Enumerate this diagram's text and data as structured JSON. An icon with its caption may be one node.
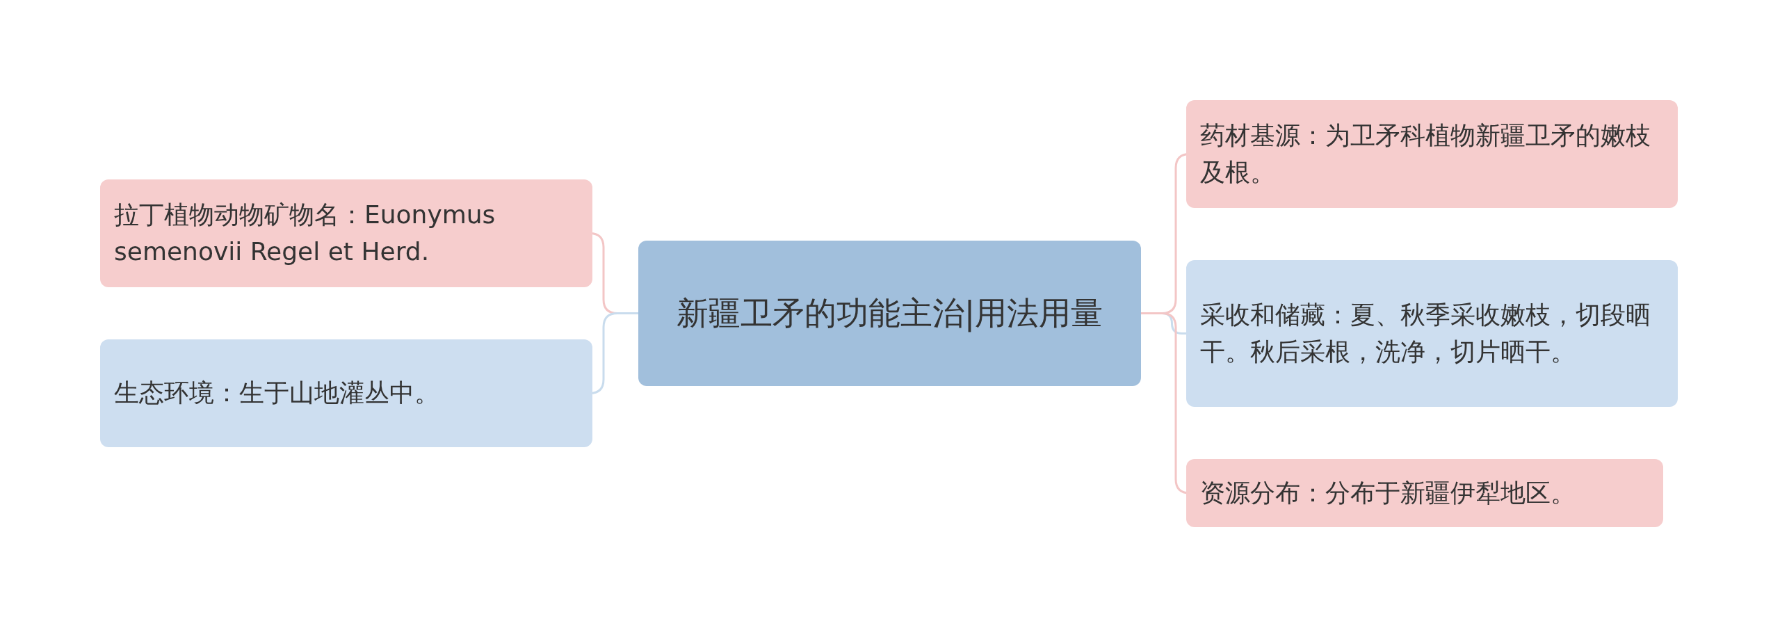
{
  "diagram": {
    "nodes": [
      {
        "text": [
          "新疆卫矛的功能主治|用法用量"
        ]
      },
      {
        "text": [
          "拉丁植物动物矿物名：Euonymus semenovii Regel et Herd."
        ]
      },
      {
        "text": [
          "生态环境：生于山地灌丛中。"
        ]
      },
      {
        "text": [
          "药材基源：为卫矛科植物新疆卫矛的嫩枝及根。"
        ]
      },
      {
        "text": [
          "采收和储藏：夏、秋季采收嫩枝，切段晒干。秋后采根，洗净，切片晒干。"
        ]
      },
      {
        "text": [
          "资源分布：分布于新疆伊犁地区。"
        ]
      }
    ],
    "edges": [
      {
        "from": 0,
        "to": 1,
        "arrow": "none"
      },
      {
        "from": 0,
        "to": 2,
        "arrow": "none",
        "color": "#c9dced"
      },
      {
        "from": 0,
        "to": 3,
        "arrow": "none"
      },
      {
        "from": 0,
        "to": 4,
        "arrow": "none",
        "color": "#c9dced"
      },
      {
        "from": 0,
        "to": 5,
        "arrow": "none"
      }
    ]
  }
}
